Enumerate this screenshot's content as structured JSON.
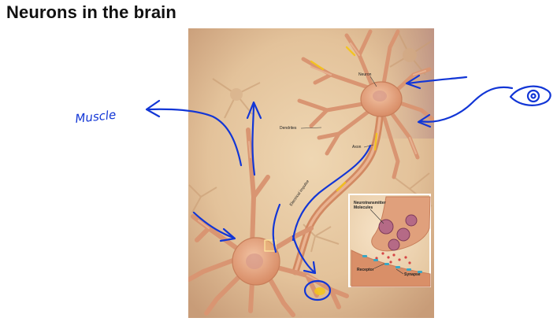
{
  "slide": {
    "title": "Neurons in the brain"
  },
  "illustration": {
    "labels": {
      "neuron": "Neuron",
      "dendrites": "Dendrites",
      "axon": "Axon",
      "electrical_impulse": "Electrical impulse",
      "neurotransmitter": "Neurotransmitter",
      "molecules": "Molecules",
      "receptor": "Receptor",
      "synapse": "Synapse"
    },
    "colors": {
      "background": "#e3c49a",
      "neuron_body": "#e2a07c",
      "impulse": "#f5c518"
    }
  },
  "annotations": {
    "muscle_label": "Muscle",
    "ink_color": "#1236d6",
    "eye_icon": "eye-icon"
  }
}
